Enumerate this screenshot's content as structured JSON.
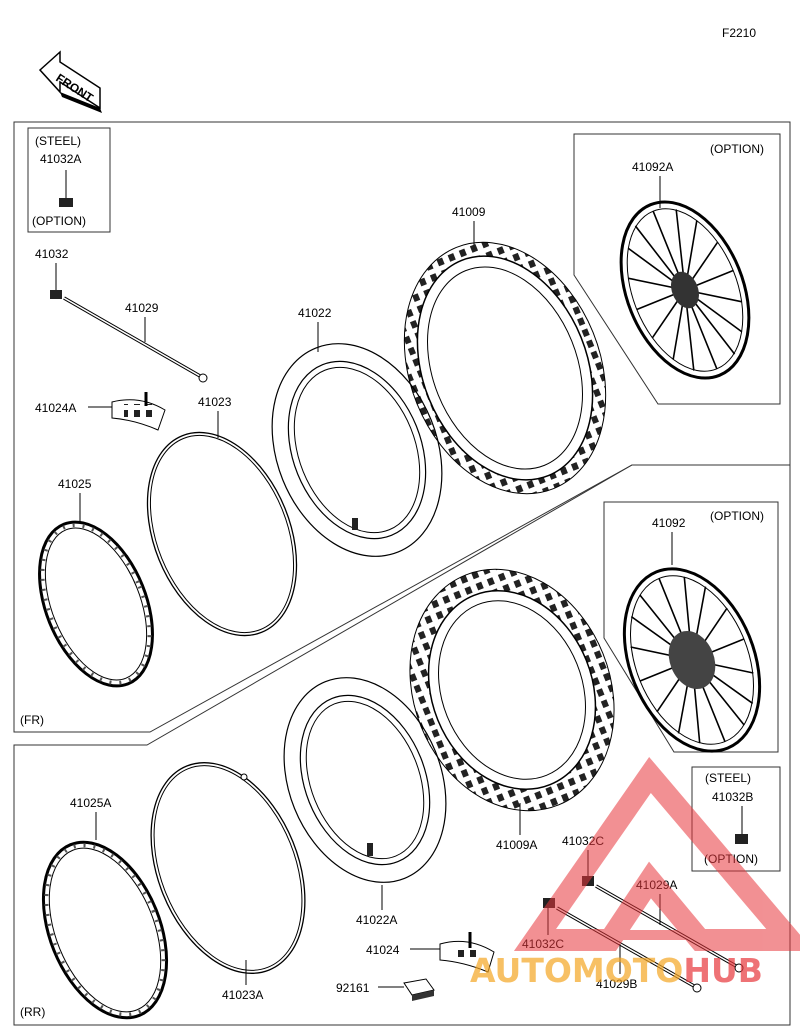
{
  "diagram": {
    "figure_code": "F2210",
    "front_label": "FRONT",
    "fr_label": "(FR)",
    "rr_label": "(RR)",
    "steel_label": "(STEEL)",
    "option_label": "(OPTION)",
    "parts": {
      "p41032A": "41032A",
      "p41032": "41032",
      "p41029": "41029",
      "p41024A": "41024A",
      "p41023": "41023",
      "p41025": "41025",
      "p41022": "41022",
      "p41009": "41009",
      "p41092A": "41092A",
      "p41092": "41092",
      "p41009A": "41009A",
      "p41032B": "41032B",
      "p41025A": "41025A",
      "p41023A": "41023A",
      "p41022A": "41022A",
      "p41024": "41024",
      "p92161": "92161",
      "p41032C": "41032C",
      "p41029A": "41029A",
      "p41029B": "41029B"
    }
  },
  "watermark": {
    "part1": "AUTO",
    "part2": "MOTO",
    "part3": "HUB",
    "color_primary": "#e8373c",
    "color_secondary": "#f5a623"
  }
}
